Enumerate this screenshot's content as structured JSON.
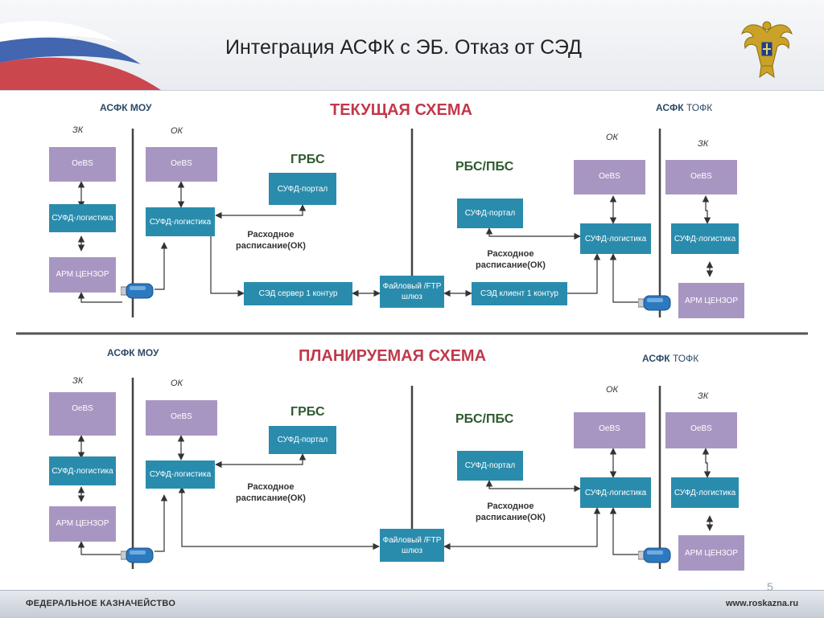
{
  "header": {
    "title": "Интеграция АСФК с ЭБ. Отказ от СЭД"
  },
  "footer": {
    "org": "ФЕДЕРАЛЬНОЕ КАЗНАЧЕЙСТВО",
    "site": "www.roskazna.ru",
    "page": "5"
  },
  "current": {
    "title": "ТЕКУЩАЯ СХЕМА",
    "org_left": "АСФК МОУ",
    "org_right_bold": "АСФК",
    "org_right_rest": " ТОФК",
    "zk_left": "ЗК",
    "ok_left": "ОК",
    "ok_right": "ОК",
    "zk_right": "ЗК",
    "grbs": "ГРБС",
    "rbs": "РБС/ПБС",
    "zk_oebs_l": "OeBS",
    "ok_oebs_l": "OeBS",
    "ok_oebs_r": "OeBS",
    "zk_oebs_r": "OeBS",
    "zk_sufd_l": "СУФД-логистика",
    "ok_sufd_l": "СУФД-логистика",
    "ok_sufd_r": "СУФД-логистика",
    "zk_sufd_r": "СУФД-логистика",
    "arm_l": "АРМ ЦЕНЗОР",
    "arm_r": "АРМ ЦЕНЗОР",
    "portal_l": "СУФД-портал",
    "portal_r": "СУФД-портал",
    "note_l_1": "Расходное",
    "note_l_2": "расписание(ОК)",
    "note_r_1": "Расходное",
    "note_r_2": "расписание(ОК)",
    "sed_server": "СЭД сервер 1 контур",
    "ftp_1": "Файловый /FTP",
    "ftp_2": "шлюз",
    "sed_client": "СЭД клиент 1 контур"
  },
  "planned": {
    "title": "ПЛАНИРУЕМАЯ СХЕМА",
    "org_left": "АСФК МОУ",
    "org_right_bold": "АСФК",
    "org_right_rest": " ТОФК",
    "zk_left": "ЗК",
    "ok_left": "ОК",
    "ok_right": "ОК",
    "zk_right": "ЗК",
    "grbs": "ГРБС",
    "rbs": "РБС/ПБС",
    "zk_oebs_l": "OeBS",
    "ok_oebs_l": "OeBS",
    "ok_oebs_r": "OeBS",
    "zk_oebs_r": "OeBS",
    "zk_sufd_l": "СУФД-логистика",
    "ok_sufd_l": "СУФД-логистика",
    "ok_sufd_r": "СУФД-логистика",
    "zk_sufd_r": "СУФД-логистика",
    "arm_l": "АРМ ЦЕНЗОР",
    "arm_r": "АРМ ЦЕНЗОР",
    "portal_l": "СУФД-портал",
    "portal_r": "СУФД-портал",
    "note_l_1": "Расходное",
    "note_l_2": "расписание(ОК)",
    "note_r_1": "Расходное",
    "note_r_2": "расписание(ОК)",
    "ftp_1": "Файловый /FTP",
    "ftp_2": "шлюз"
  },
  "colors": {
    "module": "#a896c2",
    "system": "#2a8cad",
    "title_red": "#c0394b",
    "group_green": "#2e5a2e"
  }
}
